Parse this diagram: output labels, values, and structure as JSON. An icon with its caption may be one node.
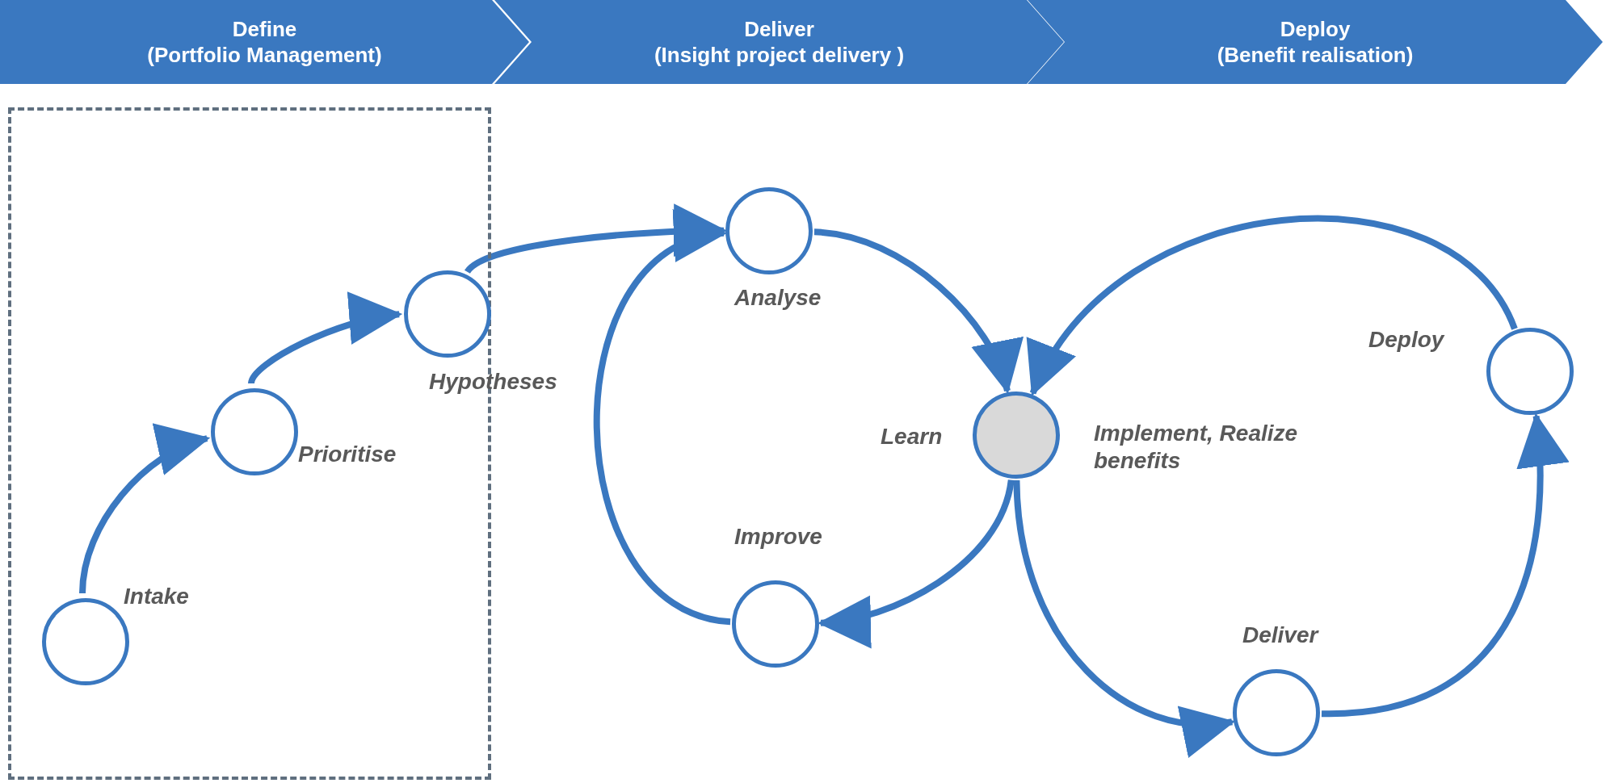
{
  "diagram": {
    "nodes": [
      {
        "text": [
          "Define",
          "(Portfolio Management)"
        ]
      },
      {
        "text": [
          "Deliver",
          "(Insight project delivery )"
        ]
      },
      {
        "text": [
          "Deploy",
          "(Benefit realisation)"
        ]
      },
      {
        "text": [],
        "shape": "box"
      },
      {
        "text": [],
        "shape": "circle",
        "beside": [
          "Intake"
        ],
        "in": 3
      },
      {
        "text": [],
        "shape": "circle",
        "beside": [
          "Prioritise"
        ],
        "in": 3
      },
      {
        "text": [],
        "shape": "circle",
        "beside": [
          "Hypotheses"
        ],
        "in": 3
      },
      {
        "text": [],
        "shape": "circle",
        "beside": [
          "Analyse"
        ]
      },
      {
        "text": [],
        "shape": "circle",
        "beside": [
          "Learn"
        ]
      },
      {
        "text": [],
        "shape": "circle",
        "beside": [
          "Improve"
        ]
      },
      {
        "text": [],
        "shape": "circle",
        "beside": [
          "Deploy"
        ]
      },
      {
        "text": [],
        "shape": "circle",
        "beside": [
          "Deliver"
        ]
      }
    ],
    "edges": [
      {
        "from": 4,
        "to": 5,
        "arrow": "to"
      },
      {
        "from": 5,
        "to": 6,
        "arrow": "to"
      },
      {
        "from": 6,
        "to": 7,
        "arrow": "to"
      },
      {
        "from": 7,
        "to": 8,
        "arrow": "to"
      },
      {
        "from": 8,
        "to": 9,
        "arrow": "to"
      },
      {
        "from": 9,
        "to": 7,
        "arrow": "to"
      },
      {
        "from": 8,
        "to": 11,
        "arrow": "to"
      },
      {
        "from": 11,
        "to": 10,
        "arrow": "to"
      },
      {
        "from": 10,
        "to": 8,
        "arrow": "to"
      }
    ],
    "labels": [
      "Implement, Realize benefits"
    ]
  }
}
